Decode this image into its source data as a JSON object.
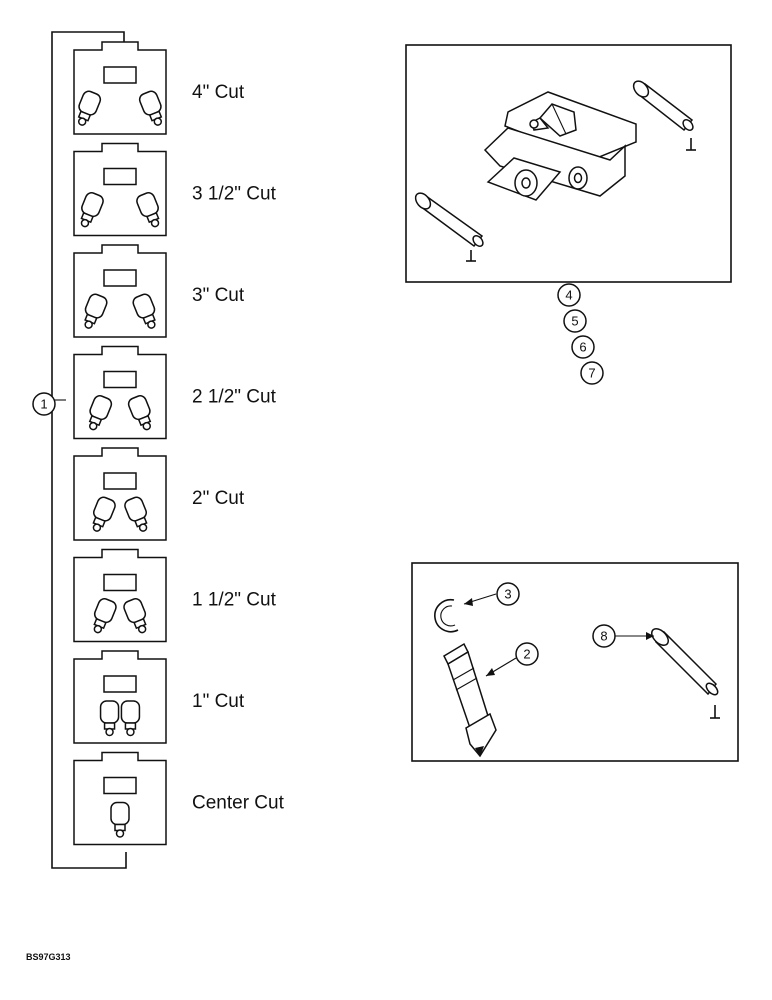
{
  "diagram": {
    "callouts": {
      "main_bracket": "1",
      "pick": "2",
      "retainer": "3",
      "linkage": [
        "4",
        "5",
        "6",
        "7"
      ],
      "pin": "8"
    },
    "cut_settings": [
      {
        "label": "4\" Cut",
        "spacing": 0.58
      },
      {
        "label": "3 1/2\" Cut",
        "spacing": 0.52
      },
      {
        "label": "3\" Cut",
        "spacing": 0.44
      },
      {
        "label": "2 1/2\" Cut",
        "spacing": 0.34
      },
      {
        "label": "2\" Cut",
        "spacing": 0.26
      },
      {
        "label": "1 1/2\" Cut",
        "spacing": 0.24
      },
      {
        "label": "1\" Cut",
        "spacing": 0.14
      },
      {
        "label": "Center Cut",
        "spacing": 0
      }
    ],
    "figure_code": "BS97G313",
    "colors": {
      "ink": "#111111",
      "paper": "#ffffff"
    }
  }
}
